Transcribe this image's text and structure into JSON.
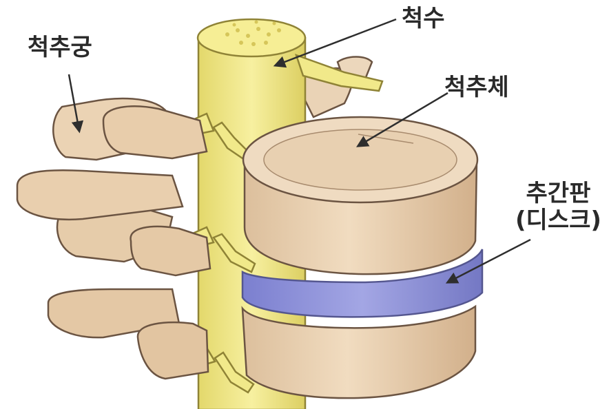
{
  "labels": {
    "vertebral_arch": "척추궁",
    "spinal_cord": "척수",
    "vertebral_body": "척추체",
    "disc_line1": "추간판",
    "disc_line2": "(디스크)"
  },
  "colors": {
    "bone": "#ecd5b7",
    "bone_shadow": "#c9a884",
    "bone_outline": "#6b5442",
    "cord": "#f1e98a",
    "cord_outline": "#8f8336",
    "disc": "#8e91d8",
    "disc_outline": "#54568f",
    "arrow": "#2e2e2e"
  }
}
